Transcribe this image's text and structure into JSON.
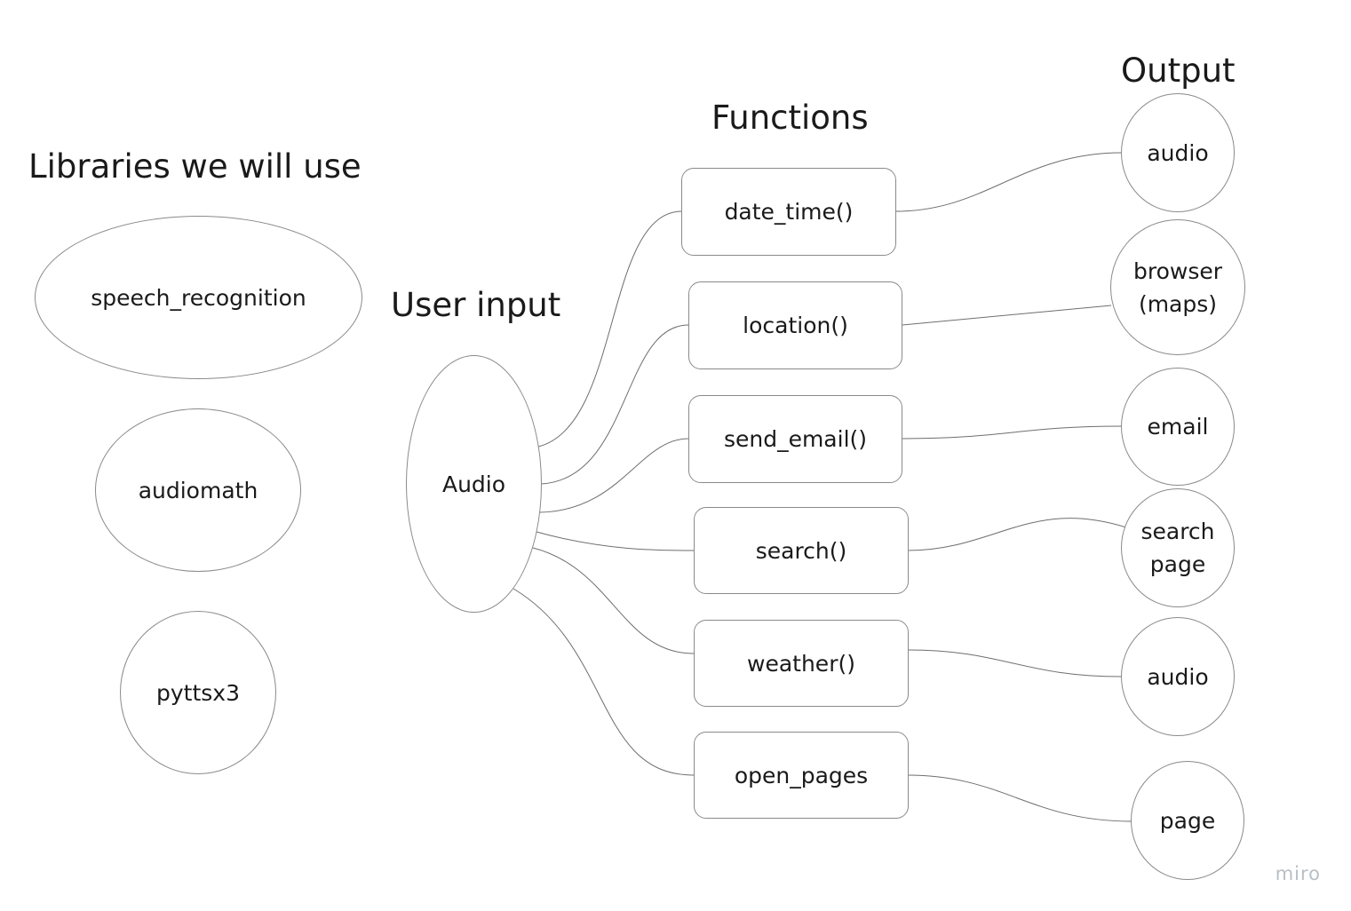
{
  "headings": {
    "libraries": "Libraries we will use",
    "user_input": "User input",
    "functions": "Functions",
    "output": "Output"
  },
  "libraries": [
    "speech_recognition",
    "audiomath",
    "pyttsx3"
  ],
  "input": {
    "label": "Audio"
  },
  "functions": [
    "date_time()",
    "location()",
    "send_email()",
    "search()",
    "weather()",
    "open_pages"
  ],
  "outputs": [
    {
      "lines": [
        "audio"
      ]
    },
    {
      "lines": [
        "browser",
        "(maps)"
      ]
    },
    {
      "lines": [
        "email"
      ]
    },
    {
      "lines": [
        "search",
        "page"
      ]
    },
    {
      "lines": [
        "audio"
      ]
    },
    {
      "lines": [
        "page"
      ]
    }
  ],
  "watermark": "miro",
  "colors": {
    "stroke": "#8a8a8a",
    "connector": "#6e6e6e",
    "watermark": "#b9bfc6"
  }
}
